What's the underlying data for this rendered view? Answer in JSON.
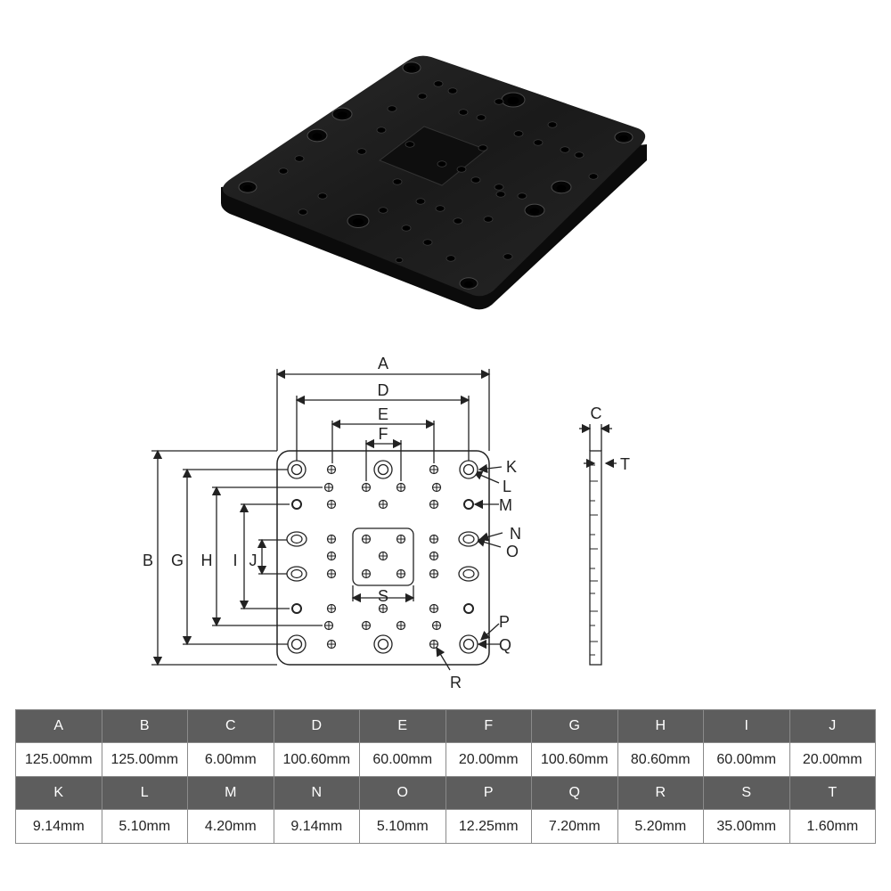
{
  "colors": {
    "plate": "#141414",
    "header_bg": "#5d5d5d",
    "line": "#222222"
  },
  "labels": {
    "A": "A",
    "B": "B",
    "C": "C",
    "D": "D",
    "E": "E",
    "F": "F",
    "G": "G",
    "H": "H",
    "I": "I",
    "J": "J",
    "K": "K",
    "L": "L",
    "M": "M",
    "N": "N",
    "O": "O",
    "P": "P",
    "Q": "Q",
    "R": "R",
    "S": "S",
    "T": "T"
  },
  "spec_table": {
    "row1": {
      "headers": [
        "A",
        "B",
        "C",
        "D",
        "E",
        "F",
        "G",
        "H",
        "I",
        "J"
      ],
      "values": [
        "125.00mm",
        "125.00mm",
        "6.00mm",
        "100.60mm",
        "60.00mm",
        "20.00mm",
        "100.60mm",
        "80.60mm",
        "60.00mm",
        "20.00mm"
      ]
    },
    "row2": {
      "headers": [
        "K",
        "L",
        "M",
        "N",
        "O",
        "P",
        "Q",
        "R",
        "S",
        "T"
      ],
      "values": [
        "9.14mm",
        "5.10mm",
        "4.20mm",
        "9.14mm",
        "5.10mm",
        "12.25mm",
        "7.20mm",
        "5.20mm",
        "35.00mm",
        "1.60mm"
      ]
    }
  }
}
